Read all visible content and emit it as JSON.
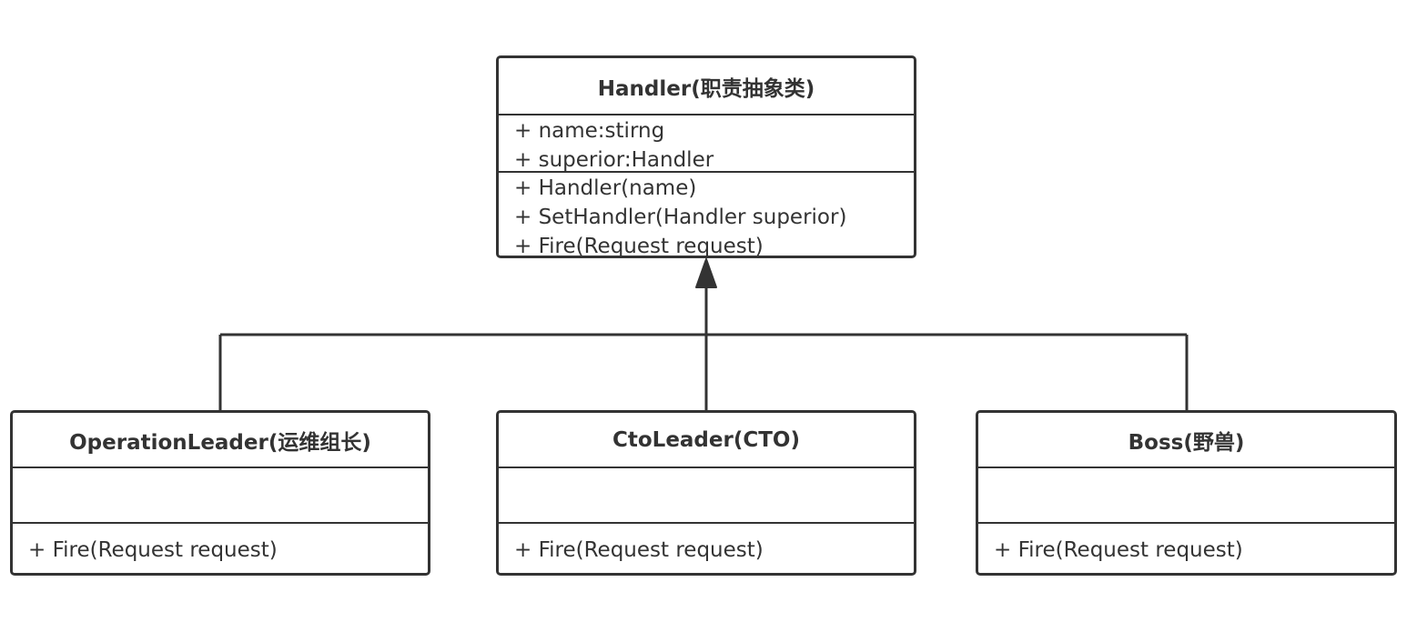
{
  "diagram": {
    "type": "uml-class-diagram",
    "line_color": "#333333",
    "parent": {
      "name": "Handler(职责抽象类)",
      "attributes": [
        "+ name:stirng",
        "+ superior:Handler"
      ],
      "methods": [
        "+ Handler(name)",
        "+ SetHandler(Handler superior)",
        "+ Fire(Request request)"
      ]
    },
    "children": [
      {
        "name": "OperationLeader(运维组长)",
        "attributes": [],
        "methods": [
          "+ Fire(Request request)"
        ]
      },
      {
        "name": "CtoLeader(CTO)",
        "attributes": [],
        "methods": [
          "+ Fire(Request request)"
        ]
      },
      {
        "name": "Boss(野兽)",
        "attributes": [],
        "methods": [
          "+ Fire(Request request)"
        ]
      }
    ],
    "relationship": "generalization"
  }
}
